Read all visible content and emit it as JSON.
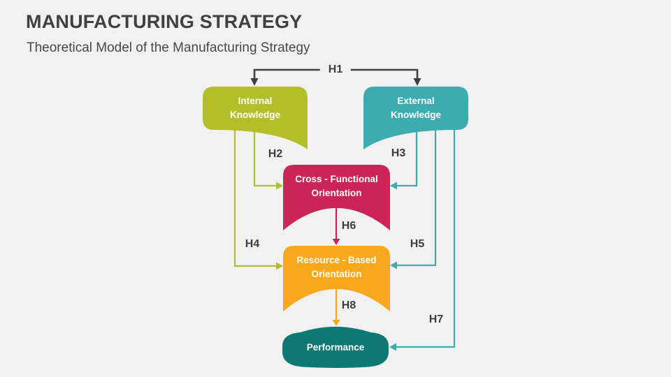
{
  "slide": {
    "title": "MANUFACTURING STRATEGY",
    "subtitle": "Theoretical Model of the Manufacturing Strategy",
    "background": "#f1f1f1"
  },
  "diagram": {
    "nodes": [
      {
        "id": "internal-knowledge",
        "lines": [
          "Internal",
          "Knowledge"
        ],
        "color": "#b4be28",
        "text_color": "#ffffff"
      },
      {
        "id": "external-knowledge",
        "lines": [
          "External",
          "Knowledge"
        ],
        "color": "#3dacb1",
        "text_color": "#ffffff"
      },
      {
        "id": "cross-functional-orientation",
        "lines": [
          "Cross - Functional",
          "Orientation"
        ],
        "color": "#ca2554",
        "text_color": "#ffffff"
      },
      {
        "id": "resource-based-orientation",
        "lines": [
          "Resource - Based",
          "Orientation"
        ],
        "color": "#f8a81d",
        "text_color": "#ffffff"
      },
      {
        "id": "performance",
        "lines": [
          "Performance"
        ],
        "color": "#0e7873",
        "text_color": "#ffffff"
      }
    ],
    "edges": [
      {
        "label": "H1",
        "from": "internal-knowledge",
        "to": "external-knowledge",
        "color": "#404040"
      },
      {
        "label": "H2",
        "from": "internal-knowledge",
        "to": "cross-functional-orientation",
        "color": "#b4be28"
      },
      {
        "label": "H3",
        "from": "external-knowledge",
        "to": "cross-functional-orientation",
        "color": "#3dacb1"
      },
      {
        "label": "H4",
        "from": "internal-knowledge",
        "to": "resource-based-orientation",
        "color": "#b4be28"
      },
      {
        "label": "H5",
        "from": "external-knowledge",
        "to": "resource-based-orientation",
        "color": "#3dacb1"
      },
      {
        "label": "H6",
        "from": "cross-functional-orientation",
        "to": "resource-based-orientation",
        "color": "#ca2554"
      },
      {
        "label": "H7",
        "from": "external-knowledge",
        "to": "performance",
        "color": "#3dacb1"
      },
      {
        "label": "H8",
        "from": "resource-based-orientation",
        "to": "performance",
        "color": "#f8a81d"
      }
    ],
    "edge_label_color": "#3d3d3d"
  }
}
